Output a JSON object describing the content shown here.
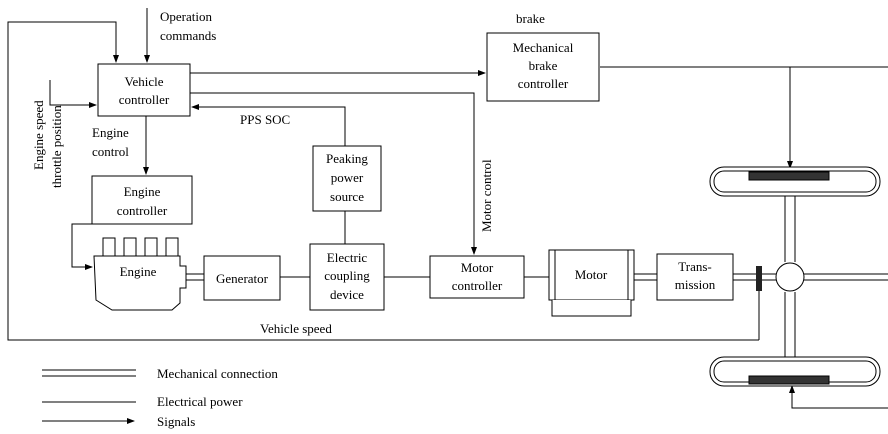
{
  "labels": {
    "operation_commands_1": "Operation",
    "operation_commands_2": "commands",
    "brake": "brake",
    "mech_brake_1": "Mechanical",
    "mech_brake_2": "brake",
    "mech_brake_3": "controller",
    "vehicle_ctrl_1": "Vehicle",
    "vehicle_ctrl_2": "controller",
    "pps_soc": "PPS SOC",
    "engine_control_1": "Engine",
    "engine_control_2": "control",
    "engine_speed": "Engine speed",
    "throttle_position": "throttle position",
    "peaking_1": "Peaking",
    "peaking_2": "power",
    "peaking_3": "source",
    "motor_control": "Motor control",
    "engine_ctrl_1": "Engine",
    "engine_ctrl_2": "controller",
    "engine": "Engine",
    "generator": "Generator",
    "coupling_1": "Electric",
    "coupling_2": "coupling",
    "coupling_3": "device",
    "motor_ctrl_1": "Motor",
    "motor_ctrl_2": "controller",
    "motor": "Motor",
    "trans_1": "Trans-",
    "trans_2": "mission",
    "vehicle_speed": "Vehicle speed"
  },
  "legend": {
    "mechanical": "Mechanical connection",
    "electrical": "Electrical power",
    "signals": "Signals"
  }
}
